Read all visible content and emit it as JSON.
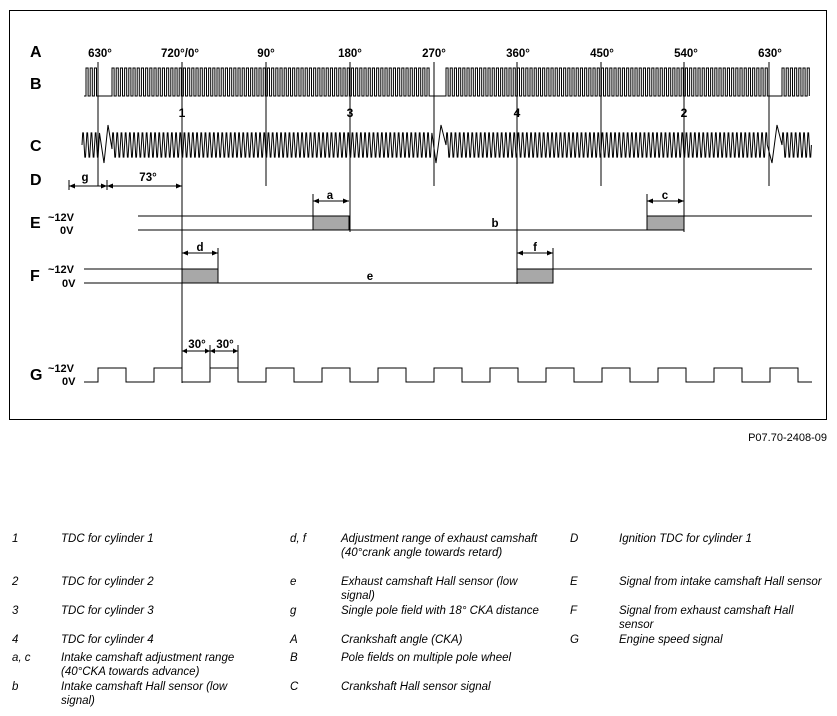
{
  "row_labels": [
    "A",
    "B",
    "C",
    "D",
    "E",
    "F",
    "G"
  ],
  "angle_labels": [
    "630°",
    "720°/0°",
    "90°",
    "180°",
    "270°",
    "360°",
    "450°",
    "540°",
    "630°"
  ],
  "cylinder_labels": [
    "1",
    "3",
    "4",
    "2"
  ],
  "segment_labels": {
    "g": "g",
    "d73": "73°",
    "a": "a",
    "b": "b",
    "c": "c",
    "d": "d",
    "e": "e",
    "f": "f",
    "thirty_1": "30°",
    "thirty_2": "30°"
  },
  "voltage_labels": {
    "e_high": "~12V",
    "e_low": "0V",
    "f_high": "~12V",
    "f_low": "0V",
    "g_high": "~12V",
    "g_low": "0V"
  },
  "figure_code": "P07.70-2408-09",
  "legend": {
    "col1": [
      {
        "key": "1",
        "text": "TDC for cylinder 1"
      },
      {
        "key": "2",
        "text": "TDC for cylinder 2"
      },
      {
        "key": "3",
        "text": "TDC for cylinder 3"
      },
      {
        "key": "4",
        "text": "TDC for cylinder 4"
      },
      {
        "key": "a, c",
        "text": "Intake camshaft adjustment range (40°CKA towards advance)"
      },
      {
        "key": "b",
        "text": "Intake camshaft Hall sensor (low signal)"
      }
    ],
    "col2": [
      {
        "key": "d, f",
        "text": "Adjustment range of exhaust camshaft (40°crank angle towards retard)"
      },
      {
        "key": "e",
        "text": "Exhaust camshaft Hall sensor (low signal)"
      },
      {
        "key": "g",
        "text": "Single pole field with 18° CKA distance"
      },
      {
        "key": "A",
        "text": "Crankshaft angle (CKA)"
      },
      {
        "key": "B",
        "text": "Pole fields on multiple pole wheel"
      },
      {
        "key": "C",
        "text": "Crankshaft Hall sensor signal"
      }
    ],
    "col3": [
      {
        "key": "D",
        "text": "Ignition TDC for cylinder 1"
      },
      {
        "key": "E",
        "text": "Signal from intake camshaft Hall sensor"
      },
      {
        "key": "F",
        "text": "Signal from exhaust camshaft Hall sensor"
      },
      {
        "key": "G",
        "text": "Engine speed signal"
      }
    ]
  }
}
